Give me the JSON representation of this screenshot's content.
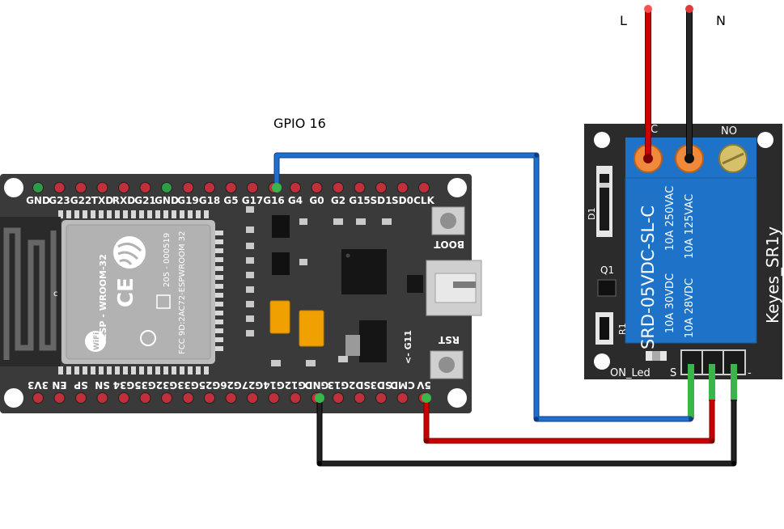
{
  "labels": {
    "live": "L",
    "neutral": "N",
    "signal": "GPIO 16"
  },
  "esp32": {
    "top_pins": [
      "GND",
      "G23",
      "G22",
      "TXD",
      "RXD",
      "G21",
      "GND",
      "G19",
      "G18",
      "G5",
      "G17",
      "G16",
      "G4",
      "G0",
      "G2",
      "G15",
      "SD1",
      "SD0",
      "CLK"
    ],
    "bottom_pins": [
      "3V3",
      "EN",
      "SP",
      "SN",
      "G34",
      "G35",
      "G32",
      "G33",
      "G25",
      "G26",
      "G27",
      "G14",
      "G12",
      "GND",
      "G13",
      "SD2",
      "SD3",
      "CMD",
      "5V"
    ],
    "module_brand": "ESP - WROOM-32",
    "module_cert": "205 - 000519",
    "module_fcc": "FCC 9D:2AC72-ESPWROOM 32",
    "wifi_mark": "WiFi",
    "antenna_marker": "c",
    "boot_label": "BOOT",
    "rst_label": "RST",
    "g11_label": "<- G11"
  },
  "relay": {
    "name": "Keyes_SR1y",
    "model": "SRD-05VDC-SL-C",
    "rating_lines": [
      "10A 250VAC",
      "10A 125VAC",
      "10A 30VDC",
      "10A 28VDC"
    ],
    "terminal_c": "C",
    "terminal_no": "NO",
    "d1": "D1",
    "q1": "Q1",
    "r1": "R1",
    "on_led": "ON_Led",
    "pin_s": "S",
    "pin_minus": "-"
  },
  "colors": {
    "board": "#3a3a3a",
    "relay_board": "#2b2b2b",
    "relay_body": "#1e73c8",
    "wire_signal": "#1f6fd1",
    "wire_power": "#cc0000",
    "wire_ground": "#111111",
    "pin_red": "#c0303a",
    "pin_green": "#2e9b45"
  }
}
